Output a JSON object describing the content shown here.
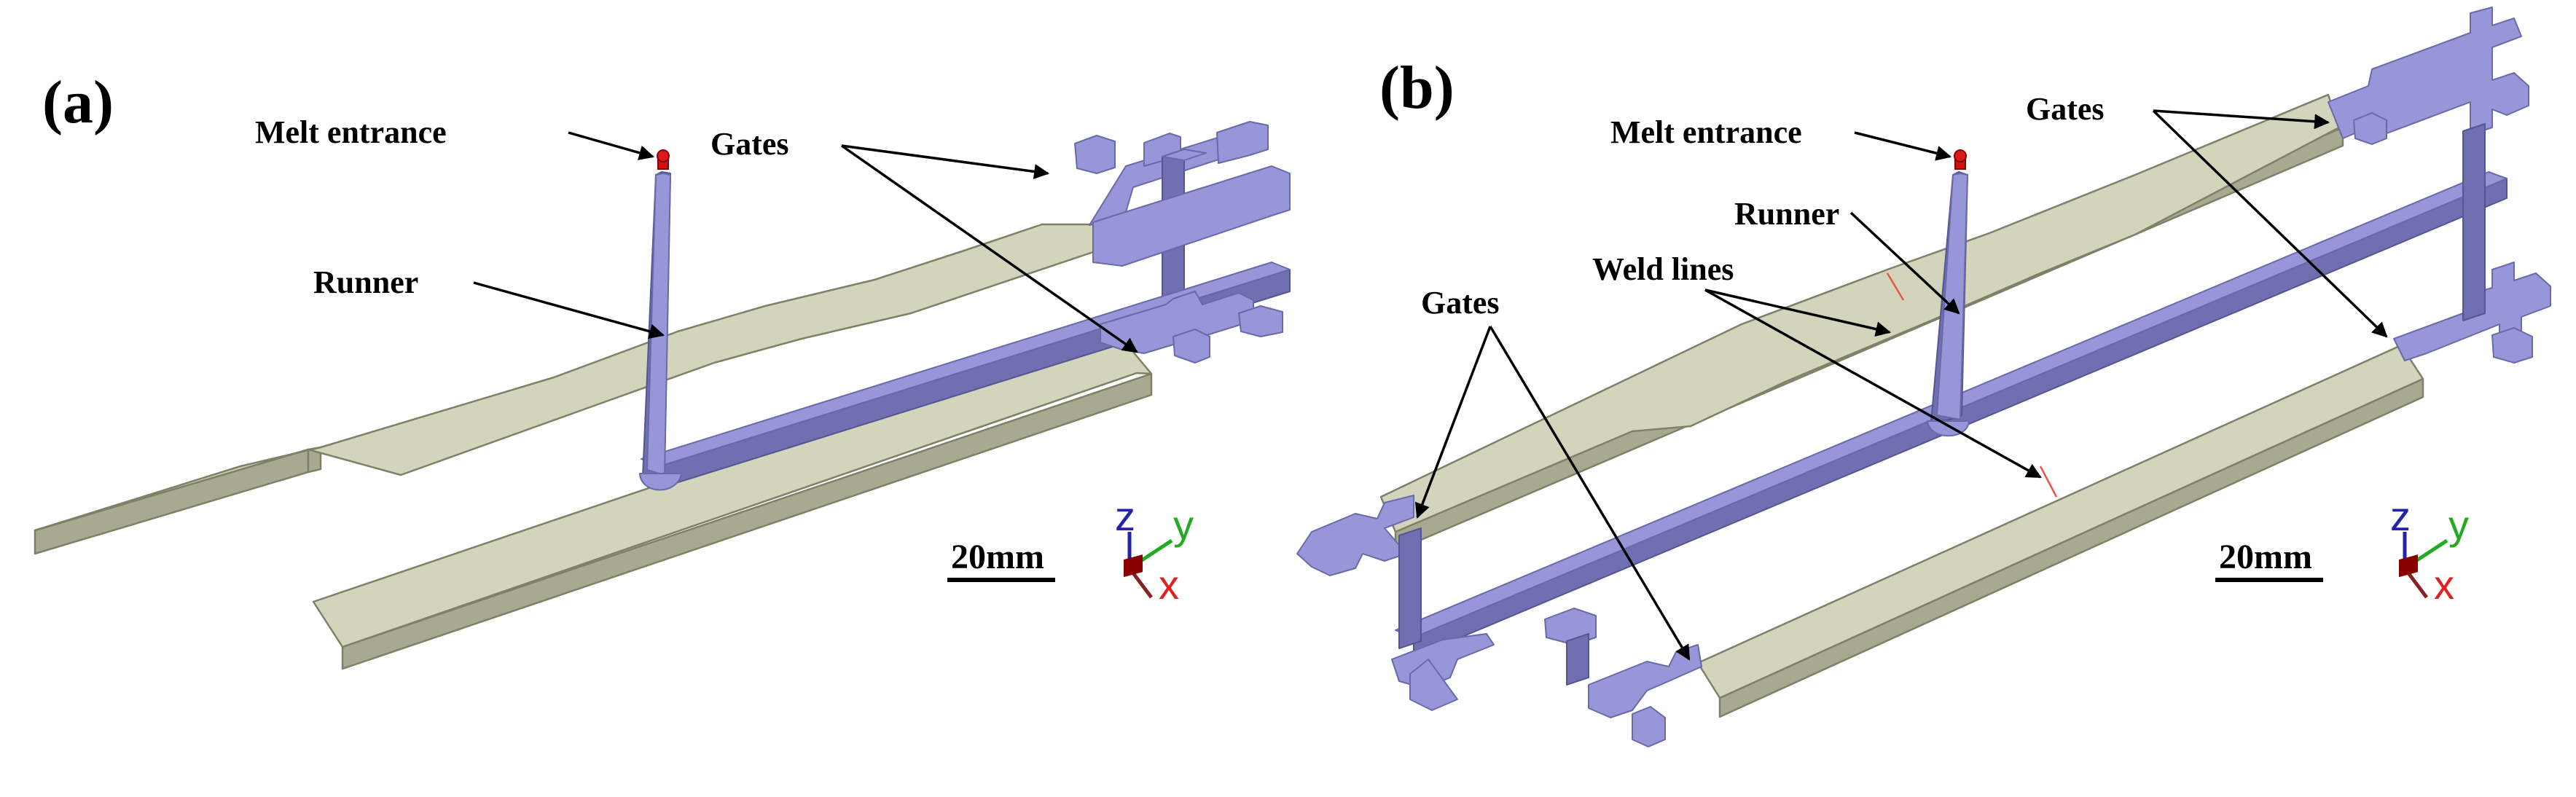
{
  "figure": {
    "panel_a": {
      "label": "(a)",
      "callouts": {
        "melt_entrance": "Melt entrance",
        "gates": "Gates",
        "runner": "Runner"
      },
      "scale_bar": "20mm",
      "axes": {
        "z": "z",
        "y": "y",
        "x": "x"
      }
    },
    "panel_b": {
      "label": "(b)",
      "callouts": {
        "melt_entrance": "Melt entrance",
        "gates_right": "Gates",
        "runner": "Runner",
        "weld_lines": "Weld lines",
        "gates_left": "Gates"
      },
      "scale_bar": "20mm",
      "axes": {
        "z": "z",
        "y": "y",
        "x": "x"
      }
    },
    "colors": {
      "specimen": "#d3d4bc",
      "runner": "#9696d9",
      "melt_entrance": "#cc1111",
      "weld_line": "#e8554a",
      "axis_z": "#2222aa",
      "axis_y": "#22aa22",
      "axis_x": "#dd2222"
    }
  }
}
